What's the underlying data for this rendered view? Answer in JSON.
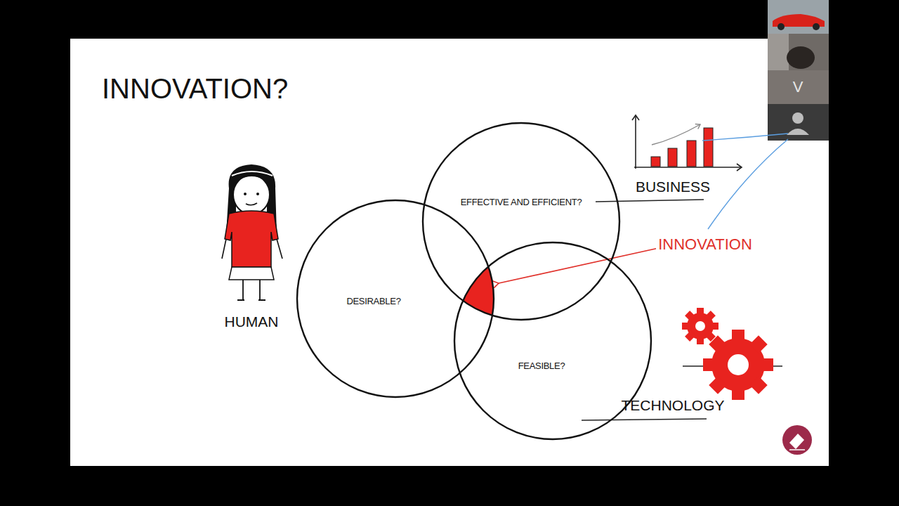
{
  "diagram": {
    "title": "INNOVATION?",
    "nodes": [
      {
        "text": [
          "EFFECTIVE AND EFFICIENT?"
        ]
      },
      {
        "text": [
          "DESIRABLE?"
        ]
      },
      {
        "text": [
          "FEASIBLE?"
        ]
      }
    ],
    "labels": [
      "HUMAN",
      "BUSINESS",
      "INNOVATION",
      "TECHNOLOGY",
      "V"
    ]
  }
}
